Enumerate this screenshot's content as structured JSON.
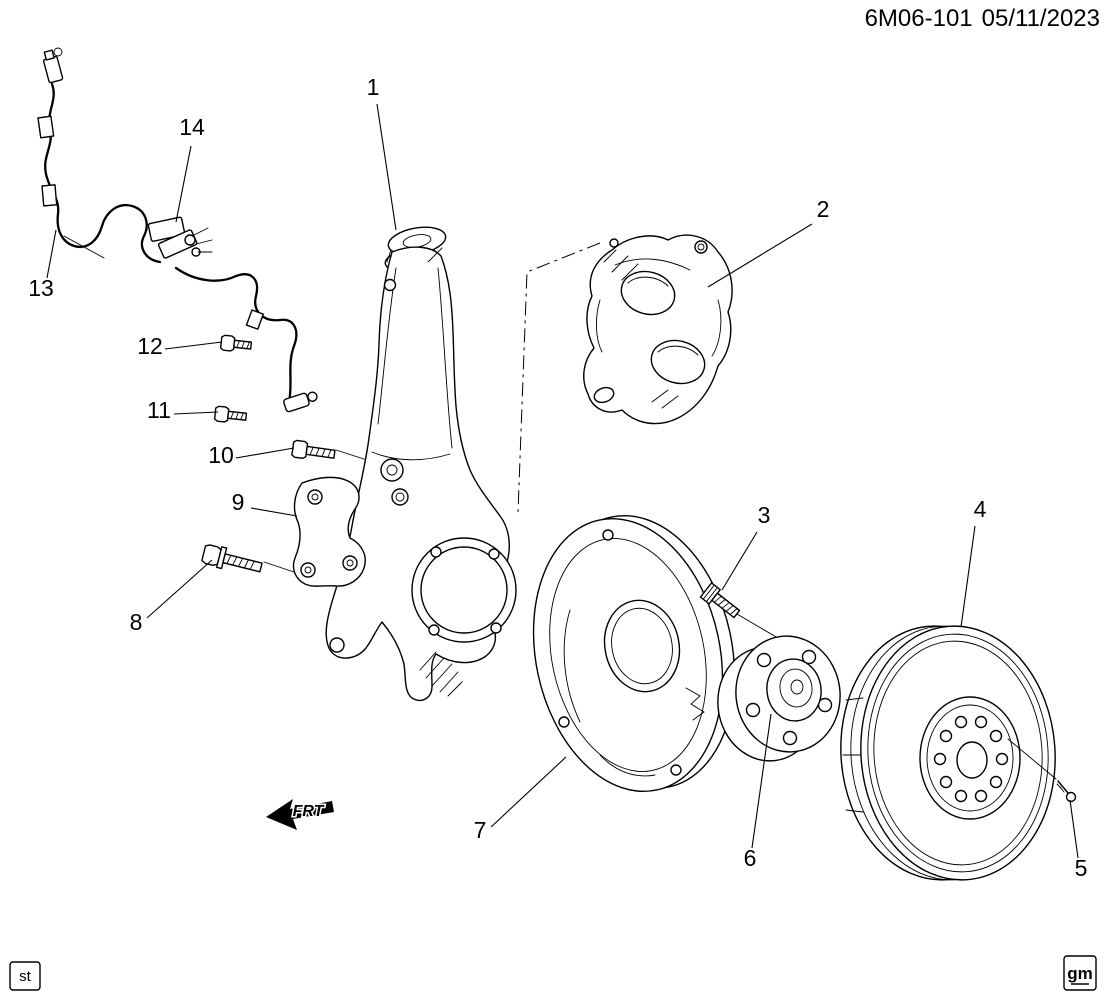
{
  "header": {
    "doc_number": "6M06-101",
    "date": "05/11/2023"
  },
  "callouts": [
    "1",
    "2",
    "3",
    "4",
    "5",
    "6",
    "7",
    "8",
    "9",
    "10",
    "11",
    "12",
    "13",
    "14"
  ],
  "direction_label": "FRT",
  "footer": {
    "left_tag": "st",
    "right_tag": "gm"
  }
}
